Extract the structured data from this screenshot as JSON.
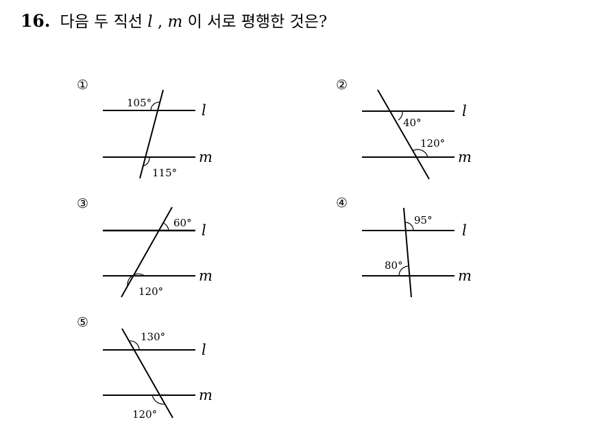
{
  "question": {
    "number": "16.",
    "text_before": "다음 두 직선",
    "line1": "l",
    "separator": ",",
    "line2": "m",
    "text_after": "이 서로 평행한 것은?"
  },
  "options": [
    {
      "marker": "①",
      "line_l_label": "l",
      "line_m_label": "m",
      "angles": [
        "105°",
        "115°"
      ]
    },
    {
      "marker": "②",
      "line_l_label": "l",
      "line_m_label": "m",
      "angles": [
        "40°",
        "120°"
      ]
    },
    {
      "marker": "③",
      "line_l_label": "l",
      "line_m_label": "m",
      "angles": [
        "60°",
        "120°"
      ]
    },
    {
      "marker": "④",
      "line_l_label": "l",
      "line_m_label": "m",
      "angles": [
        "95°",
        "80°"
      ]
    },
    {
      "marker": "⑤",
      "line_l_label": "l",
      "line_m_label": "m",
      "angles": [
        "130°",
        "120°"
      ]
    }
  ]
}
